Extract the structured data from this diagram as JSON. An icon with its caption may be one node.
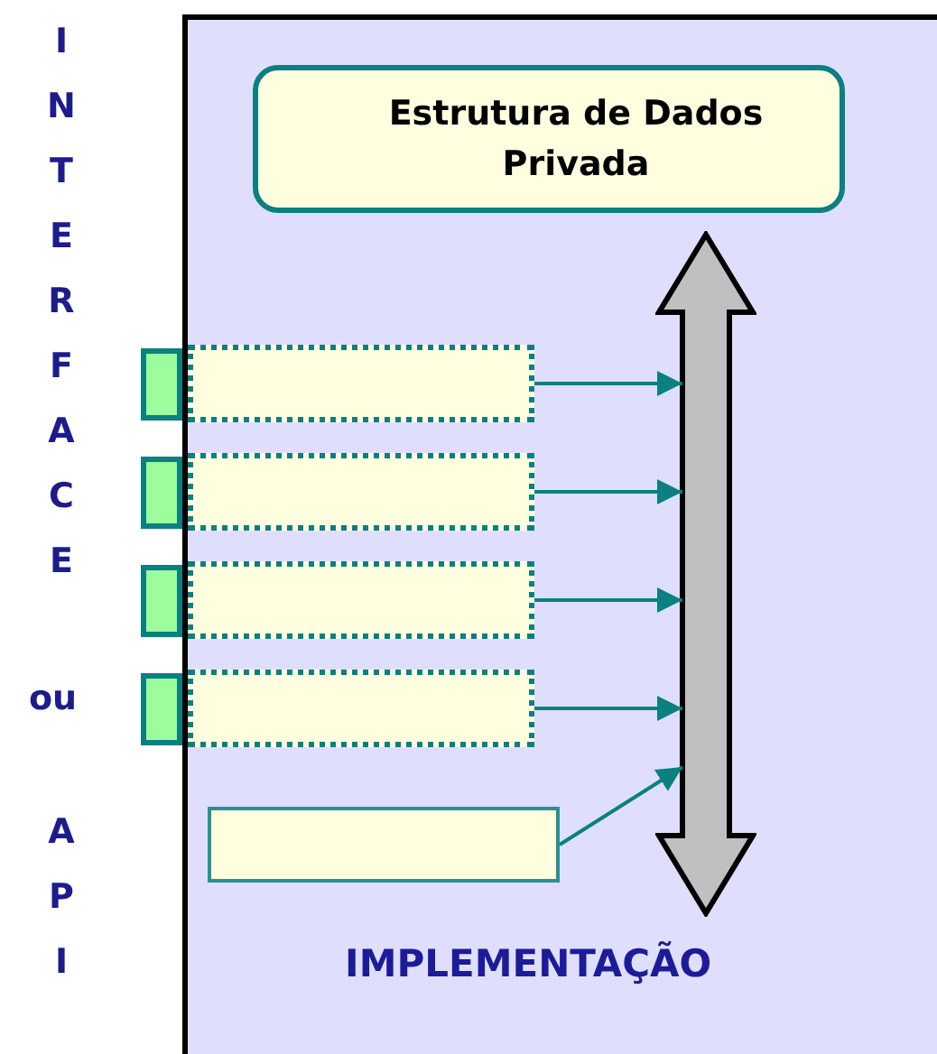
{
  "diagram": {
    "nodes": [
      {
        "text": [
          "IMPLEMENTAÇÃO"
        ]
      },
      {
        "text": [
          "Estrutura de Dados Privada"
        ],
        "in": 0
      },
      {
        "text": [],
        "shape": "arrow",
        "in": 0
      },
      {
        "text": [],
        "shape": "box"
      },
      {
        "text": [],
        "shape": "box"
      },
      {
        "text": [],
        "shape": "box"
      },
      {
        "text": [],
        "shape": "box"
      },
      {
        "text": [],
        "shape": "box",
        "in": 0
      },
      {
        "text": [],
        "shape": "box",
        "in": 0
      },
      {
        "text": [],
        "shape": "box",
        "in": 0
      },
      {
        "text": [],
        "shape": "box",
        "in": 0
      },
      {
        "text": [],
        "shape": "box",
        "in": 0
      }
    ],
    "edges": [
      {
        "from": 7,
        "to": 2,
        "arrow": "to"
      },
      {
        "from": 8,
        "to": 2,
        "arrow": "to"
      },
      {
        "from": 9,
        "to": 2,
        "arrow": "to"
      },
      {
        "from": 10,
        "to": 2,
        "arrow": "to"
      },
      {
        "from": 11,
        "to": 2,
        "arrow": "to"
      }
    ],
    "labels": [
      "INTERFACE",
      "ou",
      "API"
    ]
  }
}
